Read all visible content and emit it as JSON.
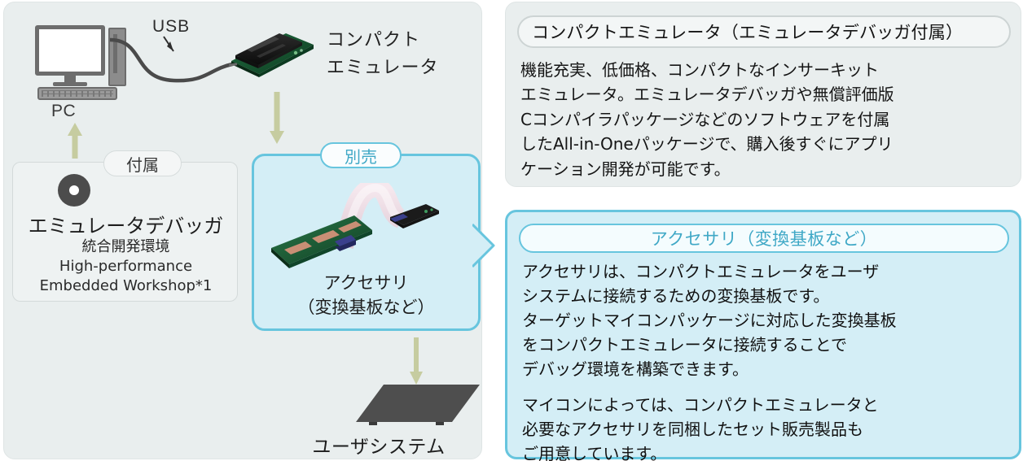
{
  "diagram": {
    "pc_label": "PC",
    "usb_label": "USB",
    "emulator_label": "コンパクト\nエミュレータ",
    "emulator_label_line1": "コンパクト",
    "emulator_label_line2": "エミュレータ",
    "badge_included": "付属",
    "badge_sold_separately": "別売",
    "debugger": {
      "title": "エミュレータデバッガ",
      "sub_line1": "統合開発環境",
      "sub_line2": "High-performance",
      "sub_line3": "Embedded Workshop*1"
    },
    "accessory": {
      "label_line1": "アクセサリ",
      "label_line2": "（変換基板など）"
    },
    "user_system_label": "ユーザシステム"
  },
  "info_gray": {
    "title": "コンパクトエミュレータ（エミュレータデバッガ付属）",
    "body_line1": "機能充実、低価格、コンパクトなインサーキット",
    "body_line2": "エミュレータ。エミュレータデバッガや無償評価版",
    "body_line3": "Cコンパイラパッケージなどのソフトウェアを付属",
    "body_line4": "したAll-in-Oneパッケージで、購入後すぐにアプリ",
    "body_line5": "ケーション開発が可能です。"
  },
  "info_cyan": {
    "title": "アクセサリ（変換基板など）",
    "para1_line1": "アクセサリは、コンパクトエミュレータをユーザ",
    "para1_line2": "システムに接続するための変換基板です。",
    "para1_line3": "ターゲットマイコンパッケージに対応した変換基板",
    "para1_line4": "をコンパクトエミュレータに接続することで",
    "para1_line5": "デバッグ環境を構築できます。",
    "para2_line1": "マイコンによっては、コンパクトエミュレータと",
    "para2_line2": "必要なアクセサリを同梱したセット販売製品も",
    "para2_line3": "ご用意しています。"
  },
  "colors": {
    "panel_gray": "#e9eeee",
    "panel_cyan": "#d4eef6",
    "cyan_border": "#67c5de",
    "cyan_text": "#3fa8c6",
    "arrow_olive": "#c6ccA0",
    "pcb_green": "#1d5c37",
    "device_dark": "#4c4c4c"
  }
}
